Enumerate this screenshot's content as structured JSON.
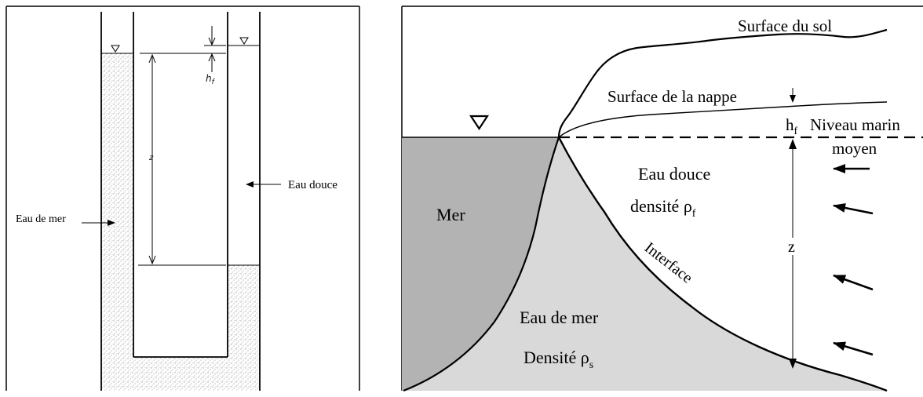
{
  "left_panel": {
    "label_sea_water": "Eau de mer",
    "label_fresh_water": "Eau douce",
    "label_z": "z",
    "label_hf": "h",
    "label_hf_sub": "f"
  },
  "right_panel": {
    "label_ground_surface": "Surface du sol",
    "label_water_table": "Surface de la nappe",
    "label_hf_main": "h",
    "label_hf_sub": "f",
    "label_mean_sea_level_1": "Niveau marin",
    "label_mean_sea_level_2": "moyen",
    "label_sea": "Mer",
    "label_fresh_water_1": "Eau douce",
    "label_fresh_density": "densité ρ",
    "label_fresh_density_sub": "f",
    "label_interface": "Interface",
    "label_z": "z",
    "label_sea_water": "Eau de mer",
    "label_sea_density": "Densité ρ",
    "label_sea_density_sub": "s"
  },
  "colors": {
    "sea_fill": "#b3b3b3",
    "seawater_wedge_fill": "#d9d9d9",
    "line": "#000000"
  }
}
